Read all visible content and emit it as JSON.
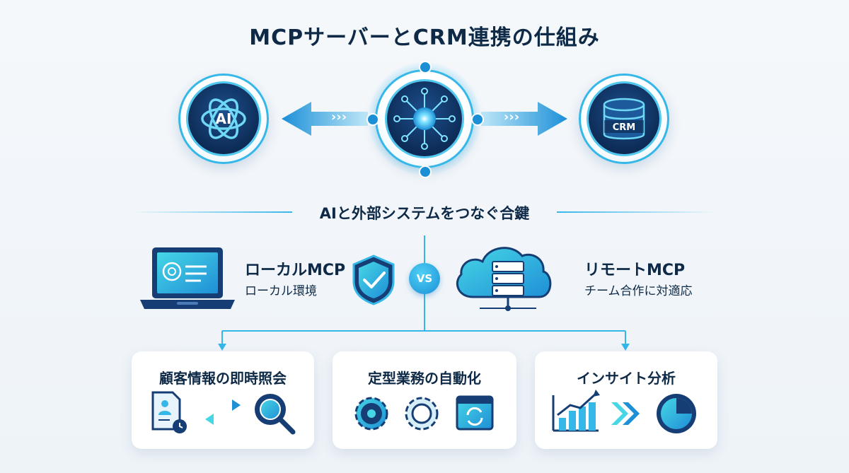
{
  "title": "MCPサーバーとCRM連携の仕組み",
  "top_row": {
    "left_node": {
      "label": "AI",
      "icon": "ai-logo-icon"
    },
    "center_node": {
      "icon": "hub-network-icon"
    },
    "right_node": {
      "label": "CRM",
      "icon": "database-icon"
    },
    "arrow_glyph": "›››"
  },
  "subtitle": "AIと外部システムをつなぐ合鍵",
  "comparison": {
    "local": {
      "title": "ローカルMCP",
      "desc": "ローカル環境"
    },
    "vs": "VS",
    "remote": {
      "title": "リモートMCP",
      "desc": "チーム合作に対適応"
    }
  },
  "cards": [
    {
      "title": "顧客情報の即時照会",
      "icons": [
        "customer-document-icon",
        "sync-arrows-icon",
        "search-magnifier-icon"
      ]
    },
    {
      "title": "定型業務の自動化",
      "icons": [
        "gear-icon",
        "gear-icon",
        "window-refresh-icon"
      ]
    },
    {
      "title": "インサイト分析",
      "icons": [
        "bar-chart-icon",
        "double-chevron-icon",
        "pie-chart-icon"
      ]
    }
  ],
  "colors": {
    "navy": "#0e2a47",
    "accent": "#35b7e8",
    "accent_dark": "#1a8fd6",
    "circle_dark": "#0d2c57"
  }
}
